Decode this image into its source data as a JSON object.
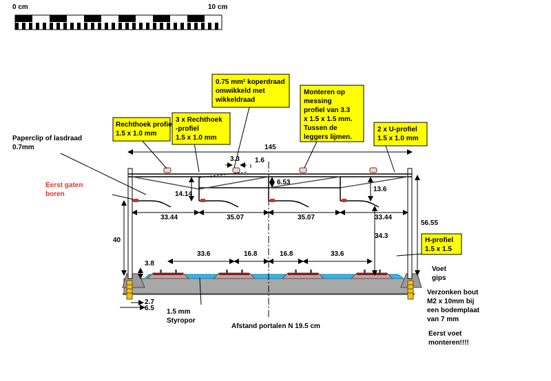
{
  "scale": {
    "start_label": "0 cm",
    "end_label": "10 cm"
  },
  "callouts": {
    "rechthoek": [
      "Rechthoek profiel",
      "1.5 x 1.0 mm"
    ],
    "rechthoek3": [
      "3 x Rechthoek",
      "-profiel",
      "1.5 x 1.0 mm"
    ],
    "koperdraad": [
      "0.75 mm² koperdraad",
      "omwikkeld met",
      "wikkeldraad"
    ],
    "monteren": [
      "Monteren op",
      "messing",
      "profiel van 3.3",
      "x 1.5 x 1.5 mm.",
      "Tussen de",
      "leggers lijmen."
    ],
    "uprofiel": [
      "2 x U-profiel",
      "1.5 x 1.0 mm"
    ],
    "hprofiel": [
      "H-profiel",
      "1.5 x 1.5"
    ]
  },
  "labels": {
    "paperclip": [
      "Paperclip of lasdraad",
      "0.7mm"
    ],
    "eerst_gaten": [
      "Eerst gaten",
      "boren"
    ],
    "voet": [
      "Voet",
      "gips"
    ],
    "verzonken": [
      "Verzonken bout",
      "M2 x 10mm bij",
      "een bodemplaat",
      "van 7 mm"
    ],
    "eerst_voet": [
      "Eerst voet",
      "monteren!!!!"
    ],
    "styropor": [
      "1.5 mm",
      "Styropor"
    ],
    "afstand": "Afstand portalen N 19.5 cm"
  },
  "dimensions": {
    "span": "145",
    "clip_width": "3.3",
    "clip_height": "1.6",
    "center_drop": "6.53",
    "left_drop": "14.14",
    "right_drop": "13.6",
    "seg_outer_left": "33.44",
    "seg_inner_left": "35.07",
    "seg_inner_right": "35.07",
    "seg_outer_right": "33.44",
    "total_height": "56.55",
    "post_height": "40",
    "arm_height": "34.3",
    "track_left": "33.6",
    "track_center_left": "16.8",
    "track_center_right": "16.8",
    "track_right": "33.6",
    "rail_height": "3.8",
    "bolt_a": "2.7",
    "bolt_b": "6.5"
  }
}
